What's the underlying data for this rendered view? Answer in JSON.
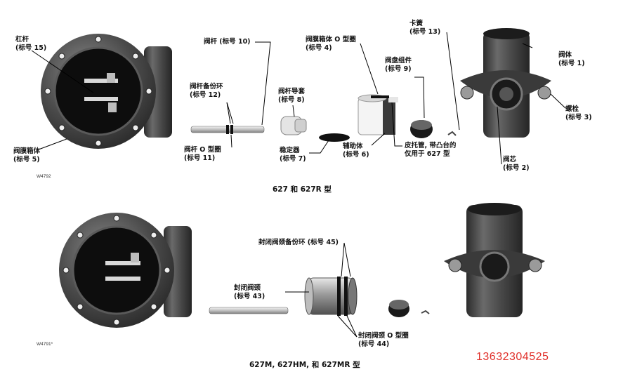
{
  "top": {
    "caption": "627 和 627R 型",
    "code": "W4792",
    "labels": {
      "lever": [
        "杠杆",
        "(标号 15)"
      ],
      "diaphragm_case": [
        "阀膜箱体",
        "(标号 5)"
      ],
      "stem": [
        "阀杆 (标号 10)"
      ],
      "stem_backup_ring": [
        "阀杆备份环",
        "(标号 12)"
      ],
      "stem_oring": [
        "阀杆 O 型圈",
        "(标号 11)"
      ],
      "stem_guide": [
        "阀杆导套",
        "(标号 8)"
      ],
      "stabilizer": [
        "稳定器",
        "(标号 7)"
      ],
      "case_oring": [
        "阀膜箱体 O 型圈",
        "(标号 4)"
      ],
      "aux_body": [
        "辅助体",
        "(标号 6)"
      ],
      "disk_assembly": [
        "阀盘组件",
        "(标号 9)"
      ],
      "pitot_tube": [
        "皮托管, 带凸台的",
        "仅用于 627 型"
      ],
      "spring_clip": [
        "卡簧",
        "(标号 13)"
      ],
      "valve_body": [
        "阀体",
        "(标号 1)"
      ],
      "bolt": [
        "螺栓",
        "(标号 3)"
      ],
      "orifice": [
        "阀芯",
        "(标号 2)"
      ]
    }
  },
  "bottom": {
    "caption": "627M, 627HM, 和 627MR 型",
    "code": "W4791*",
    "labels": {
      "sealed_neck_backup": [
        "封闭阀颈备份环 (标号 45)"
      ],
      "sealed_neck": [
        "封闭阀颈",
        "(标号 43)"
      ],
      "sealed_neck_oring": [
        "封闭阀颈 O 型圈",
        "(标号 44)"
      ]
    }
  },
  "phone": "13632304525",
  "colors": {
    "phone": "#e0302a",
    "metal_dark": "#3a3a3a",
    "metal_light": "#b8b8b8"
  }
}
